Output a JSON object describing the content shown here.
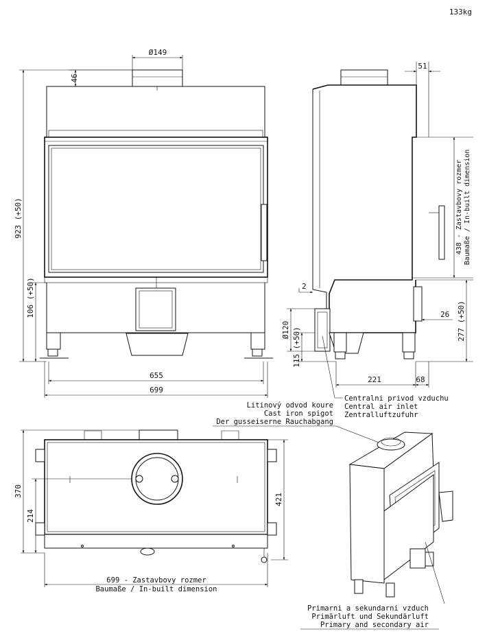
{
  "weight": "133kg",
  "front_view": {
    "dim_flue_diameter": "Ø149",
    "dim_top_offset": "46",
    "dim_total_height": "923 (+50)",
    "dim_leg_height": "106 (+50)",
    "dim_inner_width": "655",
    "dim_total_width": "699"
  },
  "side_view": {
    "dim_rear_offset": "51",
    "dim_builtin_text": "438 - Zastavbovy rozmer",
    "dim_builtin_text2": "Baumaße / In-built dimension",
    "dim_gap": "2",
    "dim_air_diameter": "Ø120",
    "dim_air_height": "115 (+50)",
    "dim_26": "26",
    "dim_277": "277 (+50)",
    "dim_221": "221",
    "dim_68": "68"
  },
  "labels": {
    "central_air_cz": "Centralni privod vzduchu",
    "central_air_en": "Central air inlet",
    "central_air_de": "Zentralluftzufuhr",
    "spigot_cz": "Litinový odvod koure",
    "spigot_en": "Cast iron spigot",
    "spigot_de": "Der gusseiserne Rauchabgang",
    "primary_cz": "Primarni a sekundarni vzduch",
    "primary_de": "Primärluft und Sekundärluft",
    "primary_en": "Primary and secondary air"
  },
  "top_view": {
    "dim_370": "370",
    "dim_214": "214",
    "dim_421": "421",
    "dim_width_text": "699 - Zastavbovy rozmer",
    "dim_width_text2": "Baumaße / In-built dimension"
  }
}
